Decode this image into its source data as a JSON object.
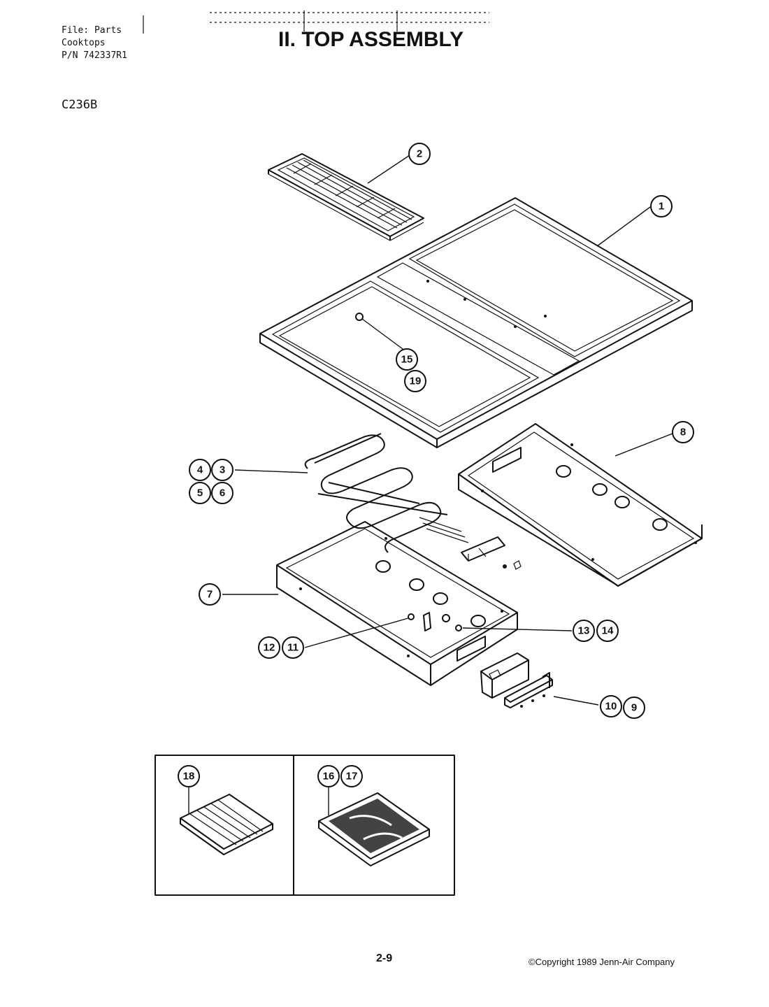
{
  "header": {
    "file_lines": [
      "File: Parts",
      "Cooktops",
      "P/N 742337R1"
    ],
    "model": "C236B",
    "title": "II. TOP ASSEMBLY"
  },
  "callouts": {
    "c1": "1",
    "c2": "2",
    "c3": "3",
    "c4": "4",
    "c5": "5",
    "c6": "6",
    "c7": "7",
    "c8": "8",
    "c9": "9",
    "c10": "10",
    "c11": "11",
    "c12": "12",
    "c13": "13",
    "c14": "14",
    "c15": "15",
    "c16": "16",
    "c17": "17",
    "c18": "18",
    "c19": "19"
  },
  "footer": {
    "page": "2-9",
    "copyright": "©Copyright 1989 Jenn-Air Company"
  }
}
